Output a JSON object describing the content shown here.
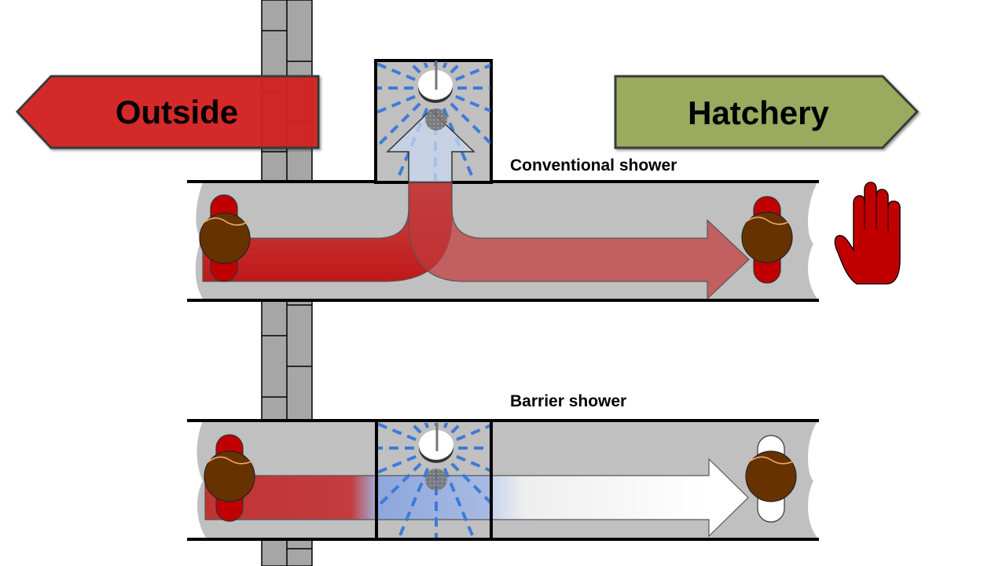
{
  "signs": {
    "outside": {
      "label": "Outside",
      "direction": "left",
      "color": "#d42222"
    },
    "hatchery": {
      "label": "Hatchery",
      "direction": "right",
      "color": "#9aaa5e"
    }
  },
  "lanes": [
    {
      "label": "Conventional shower",
      "type": "conventional",
      "result_icon": "stop-hand-icon",
      "exit_foot_color": "#c00000",
      "flow_color": "#c0392b"
    },
    {
      "label": "Barrier shower",
      "type": "barrier",
      "result_icon": null,
      "exit_foot_color": "#ffffff",
      "flow_color_start": "#c0392b",
      "flow_color_mid": "#8fa8dc",
      "flow_color_end": "#ffffff"
    }
  ],
  "colors": {
    "corridor": "#c0c0c0",
    "wall": "#a6a6a6",
    "shower_spray": "#3a78d8",
    "person_head": "#663300",
    "person_feet_contaminated": "#c00000",
    "stop_hand": "#c00000"
  }
}
